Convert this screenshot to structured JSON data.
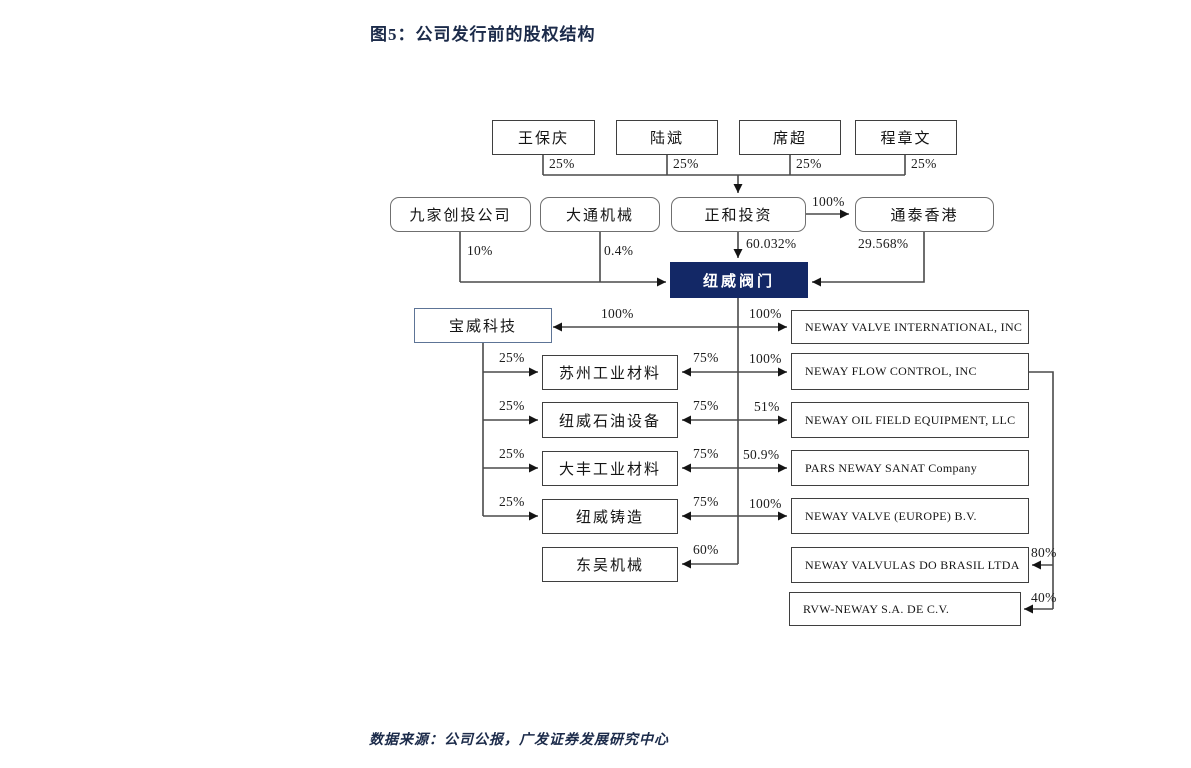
{
  "figure": {
    "title": "图5：公司发行前的股权结构",
    "source": "数据来源：公司公报，广发证券发展研究中心"
  },
  "colors": {
    "parent_box_fill": "#132866",
    "heading_text": "#1c2b4a",
    "line": "#4a4a4a"
  },
  "founders": [
    {
      "name": "王保庆",
      "pct": "25%"
    },
    {
      "name": "陆斌",
      "pct": "25%"
    },
    {
      "name": "席超",
      "pct": "25%"
    },
    {
      "name": "程章文",
      "pct": "25%"
    }
  ],
  "holdcos": {
    "jiujia": {
      "name": "九家创投公司",
      "pct": "10%"
    },
    "datong": {
      "name": "大通机械",
      "pct": "0.4%"
    },
    "zhenghe": {
      "name": "正和投资",
      "pct": "60.032%",
      "to_tongtai": "100%"
    },
    "tongtai": {
      "name": "通泰香港",
      "pct": "29.568%"
    }
  },
  "parent": {
    "name": "纽威阀门"
  },
  "baowei": {
    "name": "宝威科技",
    "pct": "100%"
  },
  "domestic_subs": [
    {
      "name": "苏州工业材料",
      "baowei_pct": "25%",
      "parent_pct": "75%"
    },
    {
      "name": "纽威石油设备",
      "baowei_pct": "25%",
      "parent_pct": "75%"
    },
    {
      "name": "大丰工业材料",
      "baowei_pct": "25%",
      "parent_pct": "75%"
    },
    {
      "name": "纽威铸造",
      "baowei_pct": "25%",
      "parent_pct": "75%"
    },
    {
      "name": "东吴机械",
      "parent_pct": "60%"
    }
  ],
  "overseas_subs": [
    {
      "name": "NEWAY VALVE INTERNATIONAL, INC",
      "pct": "100%"
    },
    {
      "name": "NEWAY FLOW CONTROL, INC",
      "pct": "100%"
    },
    {
      "name": "NEWAY OIL FIELD EQUIPMENT, LLC",
      "pct": "51%"
    },
    {
      "name": "PARS NEWAY SANAT Company",
      "pct": "50.9%"
    },
    {
      "name": "NEWAY VALVE (EUROPE) B.V.",
      "pct": "100%"
    },
    {
      "name": "NEWAY VALVULAS DO BRASIL LTDA",
      "pct": "80%"
    },
    {
      "name": "RVW-NEWAY S.A. DE C.V.",
      "pct": "40%"
    }
  ]
}
